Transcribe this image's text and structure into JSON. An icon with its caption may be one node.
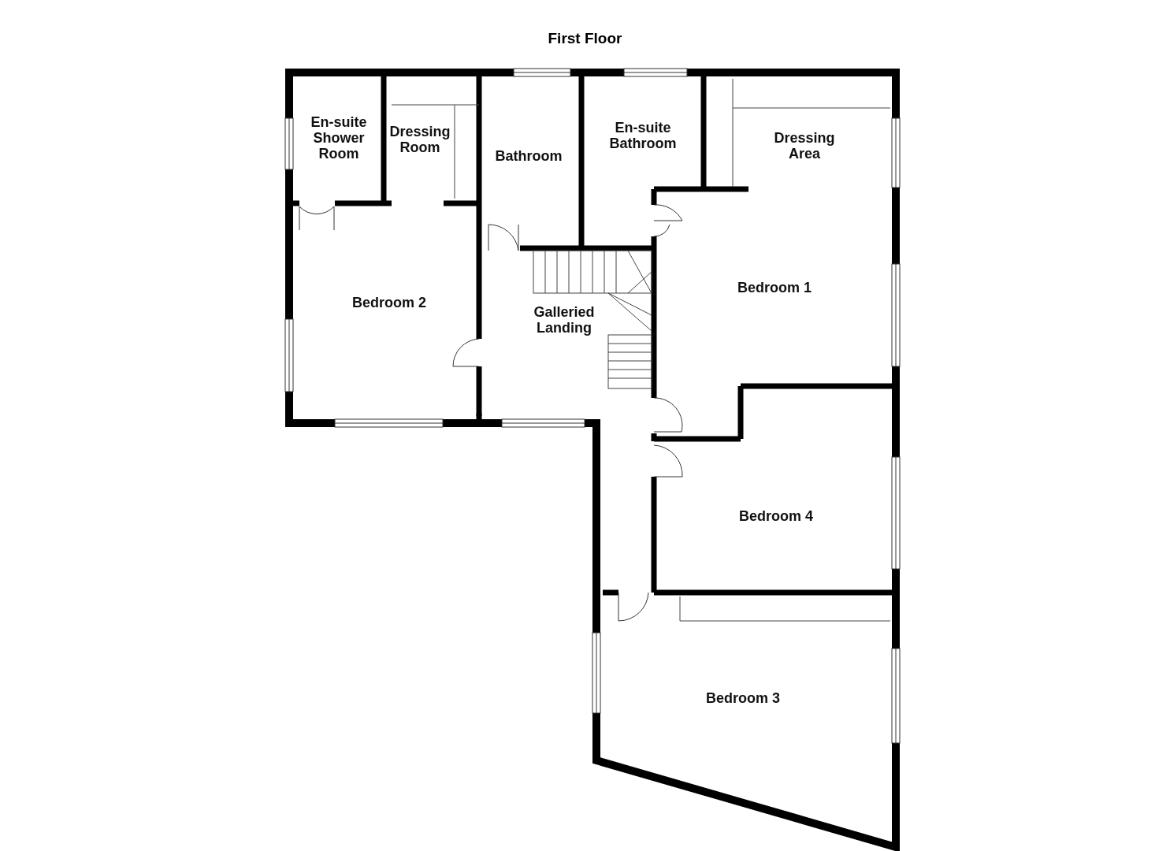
{
  "diagram": {
    "title": "First Floor",
    "nodes": [
      {
        "text": [
          "En-suite Shower Room"
        ]
      },
      {
        "text": [
          "Dressing Room"
        ]
      },
      {
        "text": [
          "Bathroom"
        ]
      },
      {
        "text": [
          "En-suite Bathroom"
        ]
      },
      {
        "text": [
          "Dressing Area"
        ]
      },
      {
        "text": [
          "Bedroom 2"
        ]
      },
      {
        "text": [
          "Galleried Landing"
        ]
      },
      {
        "text": [
          "Bedroom 1"
        ]
      },
      {
        "text": [
          "Bedroom 4"
        ]
      },
      {
        "text": [
          "Bedroom 3"
        ]
      }
    ],
    "edges": []
  }
}
